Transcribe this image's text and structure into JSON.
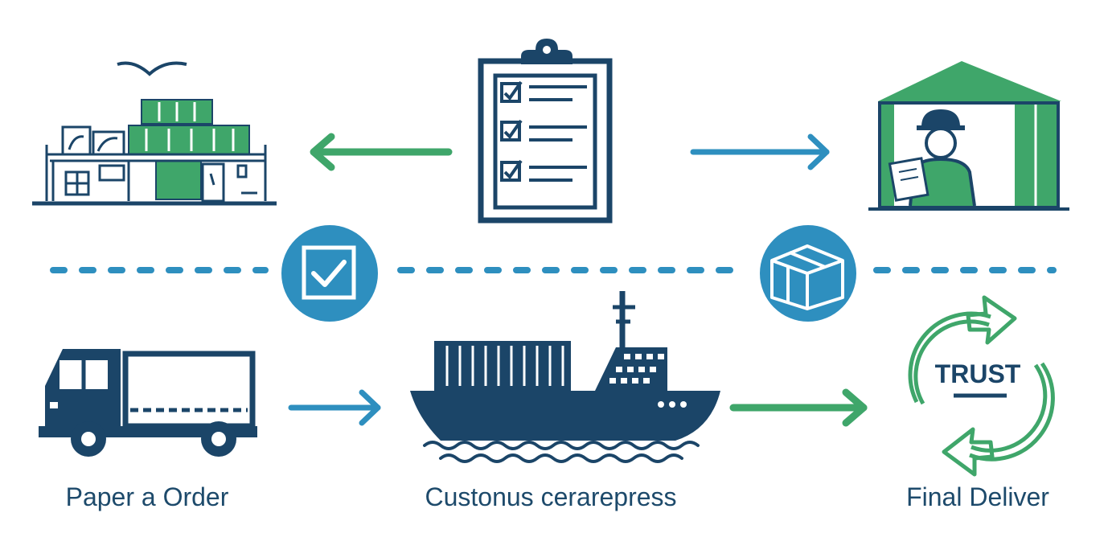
{
  "steps": [
    {
      "label": "Paper a Order",
      "icon": "truck-icon"
    },
    {
      "label": "Custonus cerarepress",
      "icon": "cargo-ship-icon"
    },
    {
      "label": "Final Deliver",
      "icon": "trust-cycle-icon"
    }
  ],
  "trust_text": "TRUST",
  "icons_top": [
    "port-warehouse-icon",
    "clipboard-checklist-icon",
    "warehouse-worker-icon"
  ],
  "timeline_badges": [
    "check-badge-icon",
    "package-badge-icon"
  ],
  "colors": {
    "navy": "#1b4568",
    "blue": "#2e8fbf",
    "green": "#3fa66a",
    "text": "#1d4a6b"
  }
}
